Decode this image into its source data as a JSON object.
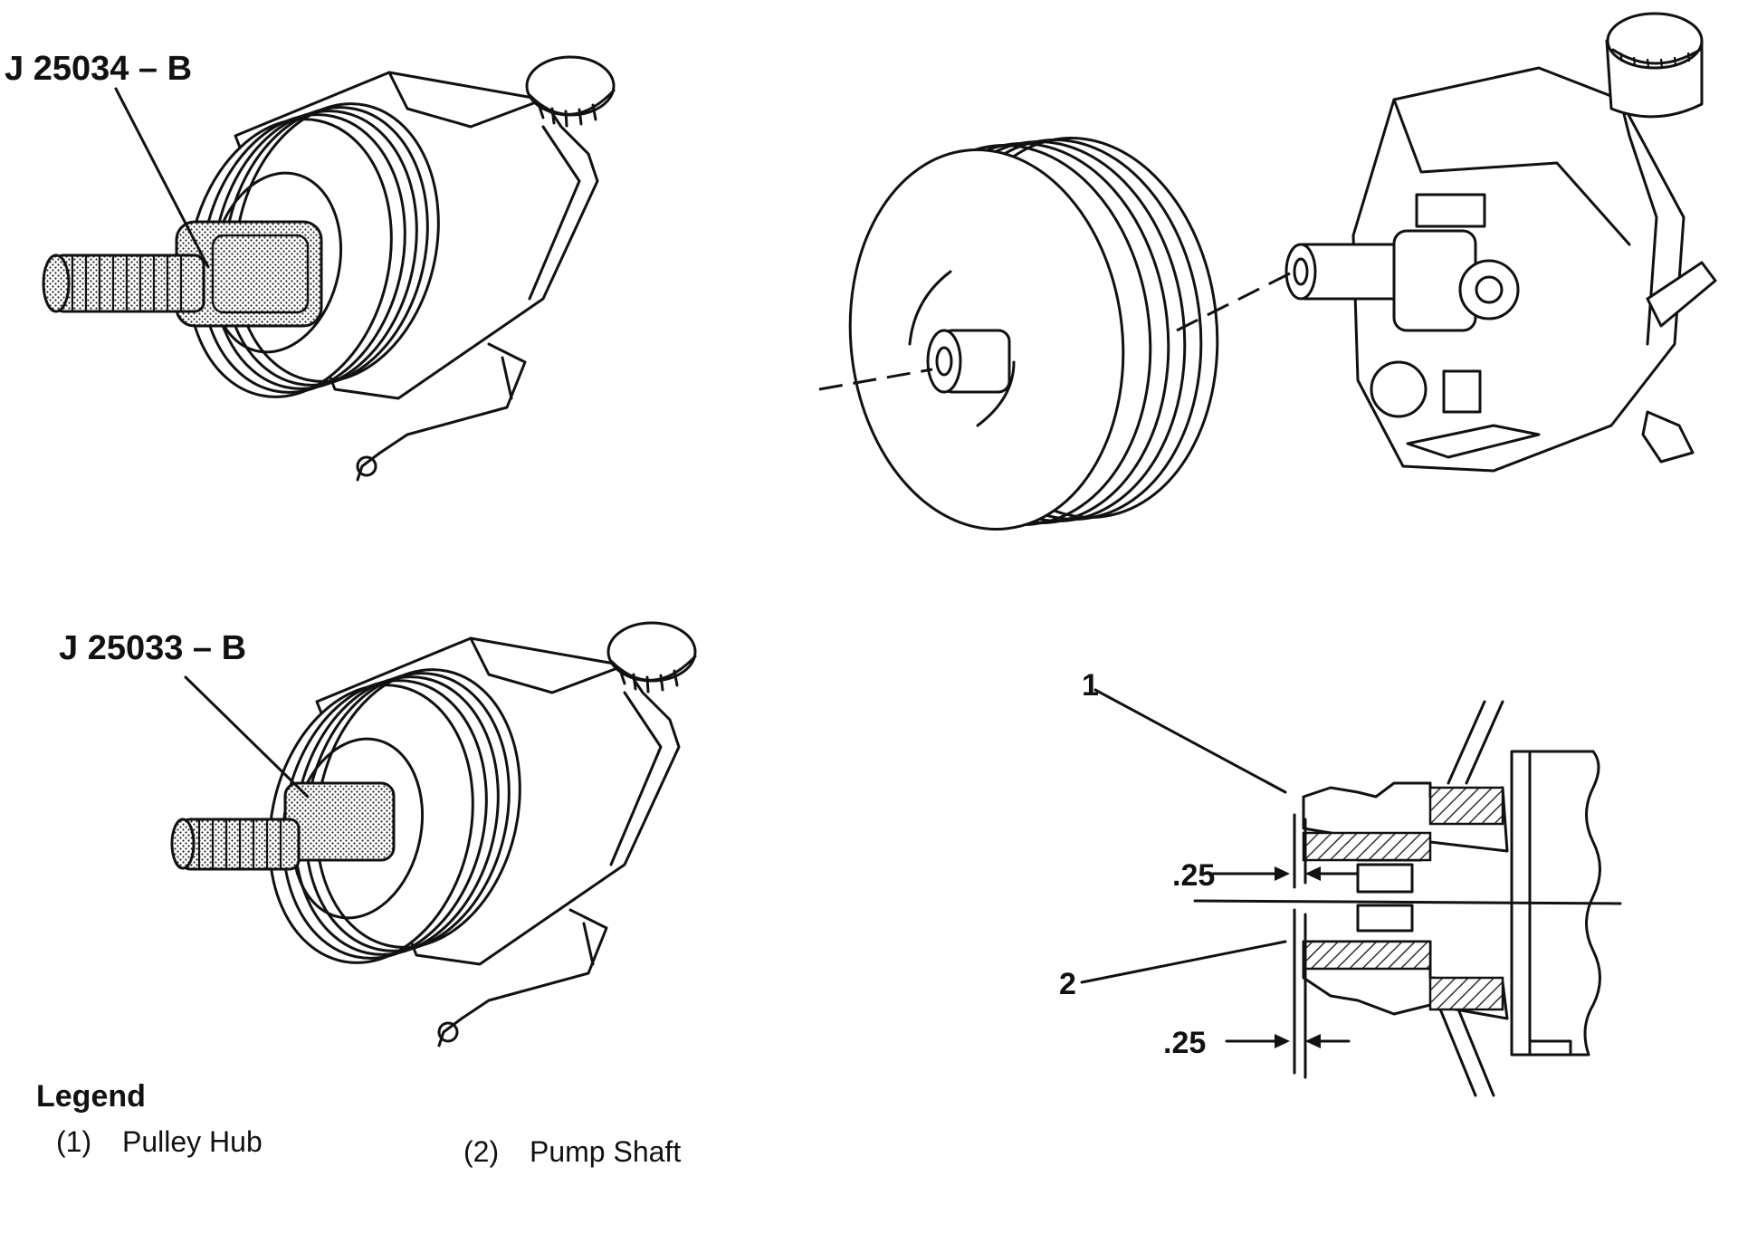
{
  "tools": {
    "top": "J 25034 – B",
    "bottom": "J 25033 – B"
  },
  "callouts": {
    "one": "1",
    "two": "2"
  },
  "dimensions": {
    "upper": ".25",
    "lower": ".25"
  },
  "legend": {
    "title": "Legend",
    "items": [
      {
        "num": "(1)",
        "label": "Pulley Hub"
      },
      {
        "num": "(2)",
        "label": "Pump Shaft"
      }
    ]
  },
  "colors": {
    "ink": "#111111",
    "paper": "#ffffff",
    "hatch": "#333333"
  }
}
